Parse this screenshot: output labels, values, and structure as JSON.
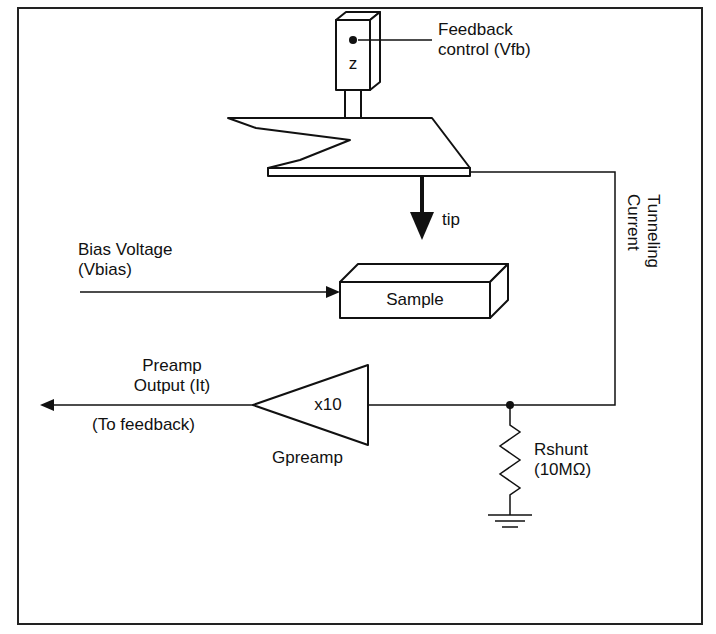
{
  "diagram": {
    "nodes": [
      {
        "text": [
          "z"
        ]
      },
      {
        "text": [
          "Sample"
        ]
      },
      {
        "text": [
          "x10"
        ]
      }
    ],
    "labels": [
      "Feedback control (Vfb)",
      "tip",
      "Bias Voltage (Vbias)",
      "Tunneling Current",
      "Preamp Output (It)",
      "(To feedback)",
      "Gpreamp",
      "Rshunt (10MΩ)"
    ]
  }
}
